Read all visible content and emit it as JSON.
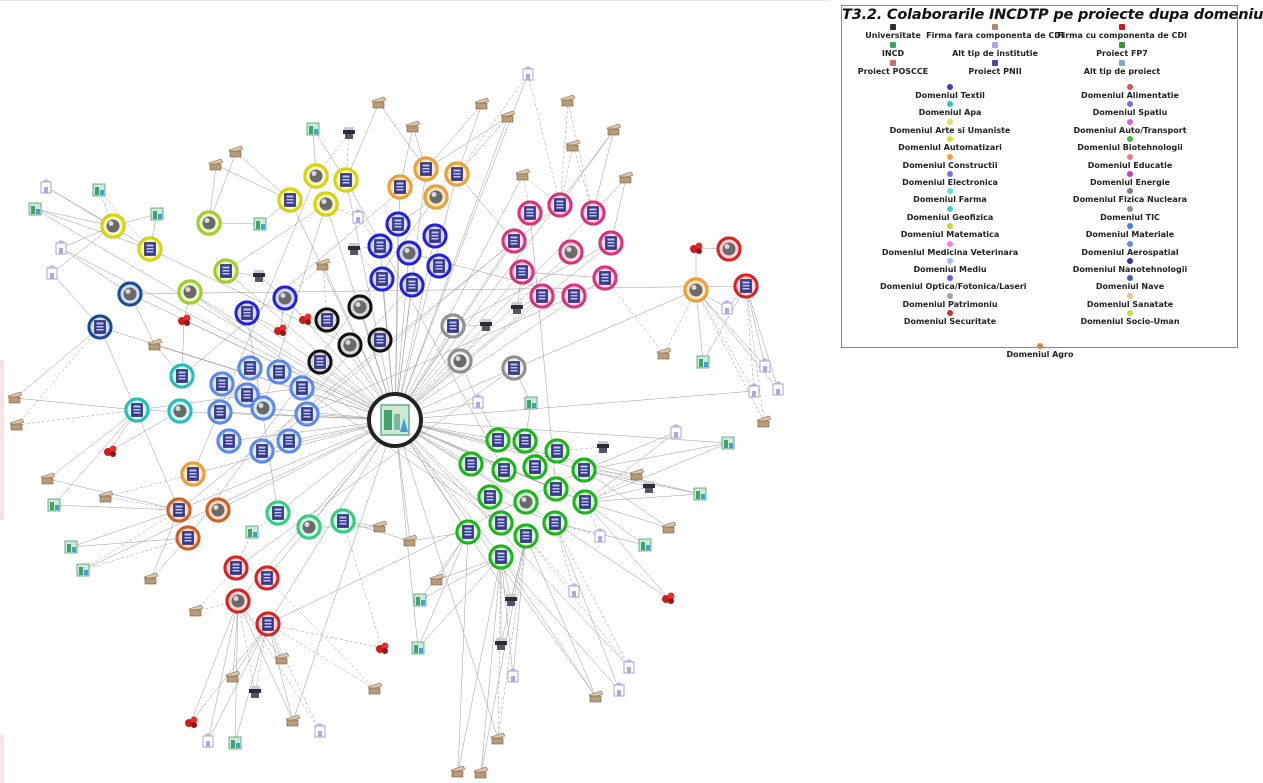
{
  "legend": {
    "title": "T3.2. Colaborarile INCDTP pe proiecte dupa domeniu",
    "types": [
      {
        "label": "Universitate",
        "color": "#2b2b3a"
      },
      {
        "label": "Firma fara componenta de CDI",
        "color": "#a9896b"
      },
      {
        "label": "Firma cu componenta de CDI",
        "color": "#cc1d1d"
      },
      {
        "label": "INCD",
        "color": "#3fa36b"
      },
      {
        "label": "Alt tip de institutie",
        "color": "#b9a2e0"
      },
      {
        "label": "Proiect FP7",
        "color": "#3f8f3f"
      },
      {
        "label": "Proiect POSCCE",
        "color": "#cf6b6b"
      },
      {
        "label": "Proiect PNII",
        "color": "#4a4a9a"
      },
      {
        "label": "Alt tip de proiect",
        "color": "#7fa6d8"
      }
    ],
    "domains": [
      {
        "label": "Domeniul Textil",
        "color": "#3d3dcf"
      },
      {
        "label": "Domeniul Alimentatie",
        "color": "#e05050"
      },
      {
        "label": "Domeniul Apa",
        "color": "#2cc4c4"
      },
      {
        "label": "Domeniul Spatiu",
        "color": "#7070e0"
      },
      {
        "label": "Domeniul Arte si Umaniste",
        "color": "#e0e060"
      },
      {
        "label": "Domeniul Auto/Transport",
        "color": "#e060e0"
      },
      {
        "label": "Domeniul Automatizari",
        "color": "#dada30"
      },
      {
        "label": "Domeniul Biotehnologii",
        "color": "#40c040"
      },
      {
        "label": "Domeniul Constructii",
        "color": "#f0a040"
      },
      {
        "label": "Domeniul Educatie",
        "color": "#e08080"
      },
      {
        "label": "Domeniul Electronica",
        "color": "#7070f0"
      },
      {
        "label": "Domeniul Energie",
        "color": "#c040c0"
      },
      {
        "label": "Domeniul Farma",
        "color": "#60e0e0"
      },
      {
        "label": "Domeniul Fizica Nucleara",
        "color": "#808080"
      },
      {
        "label": "Domeniul Geofizica",
        "color": "#40d0d0"
      },
      {
        "label": "Domeniul TIC",
        "color": "#909090"
      },
      {
        "label": "Domeniul Matematica",
        "color": "#d0d030"
      },
      {
        "label": "Domeniul Materiale",
        "color": "#4080e0"
      },
      {
        "label": "Domeniul Medicina Veterinara",
        "color": "#f080f0"
      },
      {
        "label": "Domeniul Aerospatial",
        "color": "#6090d0"
      },
      {
        "label": "Domeniul Mediu",
        "color": "#a0c0ff"
      },
      {
        "label": "Domeniul Nanotehnologii",
        "color": "#3030a0"
      },
      {
        "label": "Domeniul Optica/Fotonica/Laseri",
        "color": "#6060ff"
      },
      {
        "label": "Domeniul Nave",
        "color": "#4060c0"
      },
      {
        "label": "Domeniul Patrimoniu",
        "color": "#a0a0a0"
      },
      {
        "label": "Domeniul Sanatate",
        "color": "#f0c080"
      },
      {
        "label": "Domeniul Securitate",
        "color": "#d03030"
      },
      {
        "label": "Domeniul Socio-Uman",
        "color": "#c0e040"
      },
      {
        "label": "Domeniul Agro",
        "color": "#e08040"
      }
    ]
  },
  "graph": {
    "center": {
      "kind": "incd",
      "ring": "#222222"
    },
    "clusters": [
      {
        "name": "yellow",
        "ring": "#d8d800",
        "fill": "#f6f6c8"
      },
      {
        "name": "orange",
        "ring": "#f0a030",
        "fill": "#fbe6c8"
      },
      {
        "name": "blue",
        "ring": "#2222dd",
        "fill": "#d8d8ff"
      },
      {
        "name": "magenta",
        "ring": "#e0307a",
        "fill": "#fcd8e8"
      },
      {
        "name": "lime",
        "ring": "#a0d020",
        "fill": "#eef8d0"
      },
      {
        "name": "black",
        "ring": "#111111",
        "fill": "#d8d8d8"
      },
      {
        "name": "grey",
        "ring": "#909090",
        "fill": "#eeeeee"
      },
      {
        "name": "lightblue",
        "ring": "#5a8af0",
        "fill": "#dce8ff"
      },
      {
        "name": "cyan",
        "ring": "#20c0c0",
        "fill": "#d8f6f6"
      },
      {
        "name": "green",
        "ring": "#18b818",
        "fill": "#d8f6d8"
      },
      {
        "name": "darkorange",
        "ring": "#d06020",
        "fill": "#f8dcc8"
      },
      {
        "name": "red",
        "ring": "#e02020",
        "fill": "#fbd4d4"
      },
      {
        "name": "mint",
        "ring": "#30d080",
        "fill": "#d8f8e8"
      },
      {
        "name": "navy",
        "ring": "#1a4a9a",
        "fill": "#d0def4"
      }
    ]
  }
}
